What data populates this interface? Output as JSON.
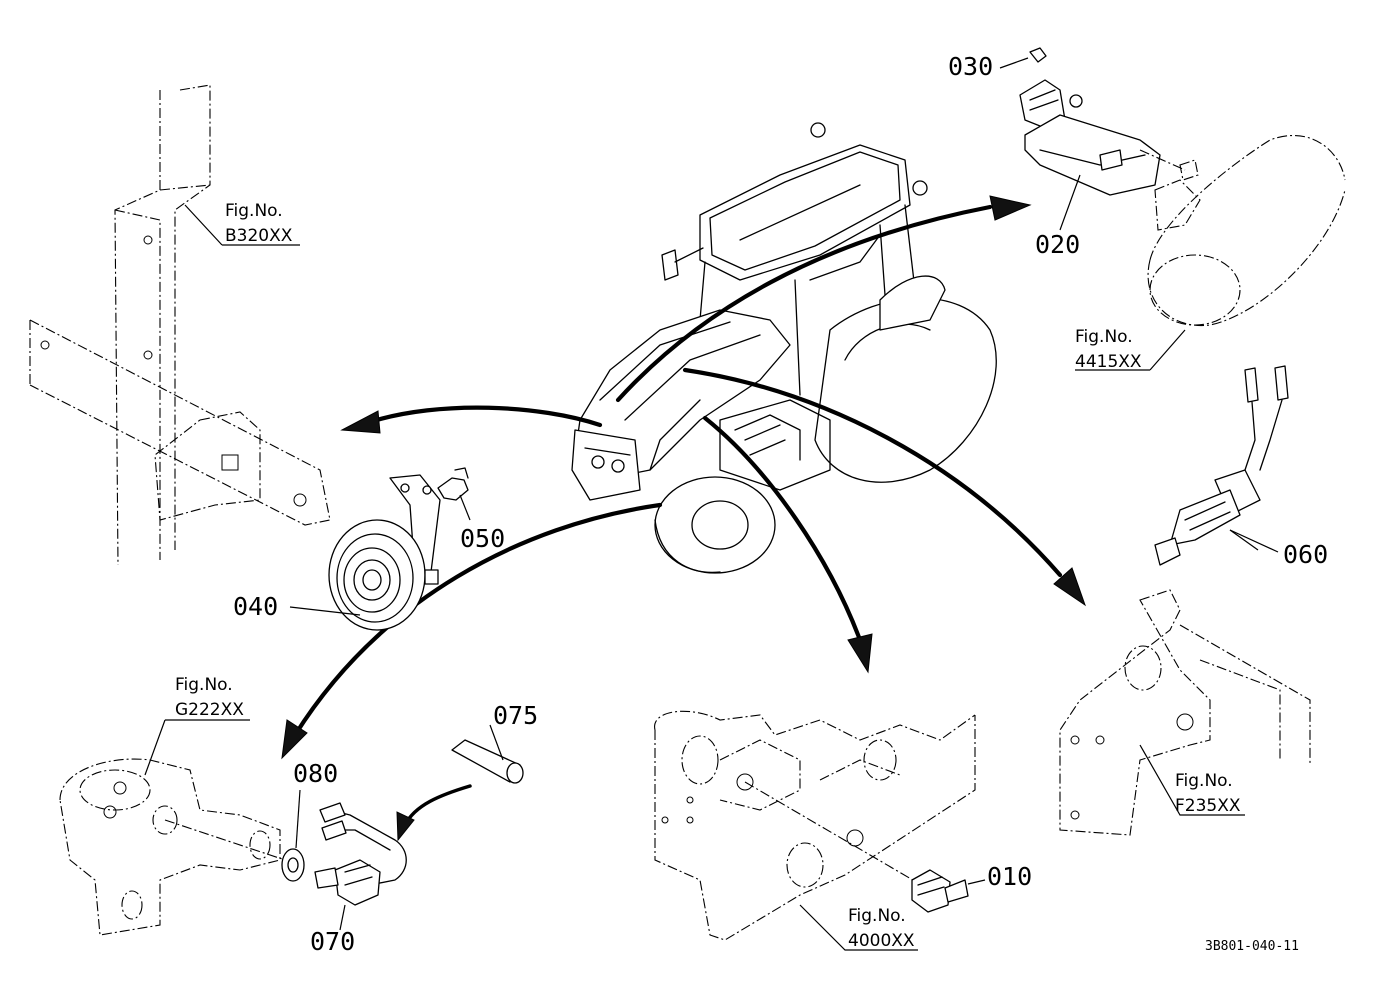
{
  "figure_refs": {
    "b320": {
      "line1": "Fig.No.",
      "line2": "B320XX"
    },
    "f4415": {
      "line1": "Fig.No.",
      "line2": "4415XX"
    },
    "g222": {
      "line1": "Fig.No.",
      "line2": "G222XX"
    },
    "f235": {
      "line1": "Fig.No.",
      "line2": "F235XX"
    },
    "f4000": {
      "line1": "Fig.No.",
      "line2": "4000XX"
    }
  },
  "parts": {
    "p010": "010",
    "p020": "020",
    "p030": "030",
    "p040": "040",
    "p050": "050",
    "p060": "060",
    "p070": "070",
    "p075": "075",
    "p080": "080"
  },
  "drawing_code": "3B801-040-11"
}
